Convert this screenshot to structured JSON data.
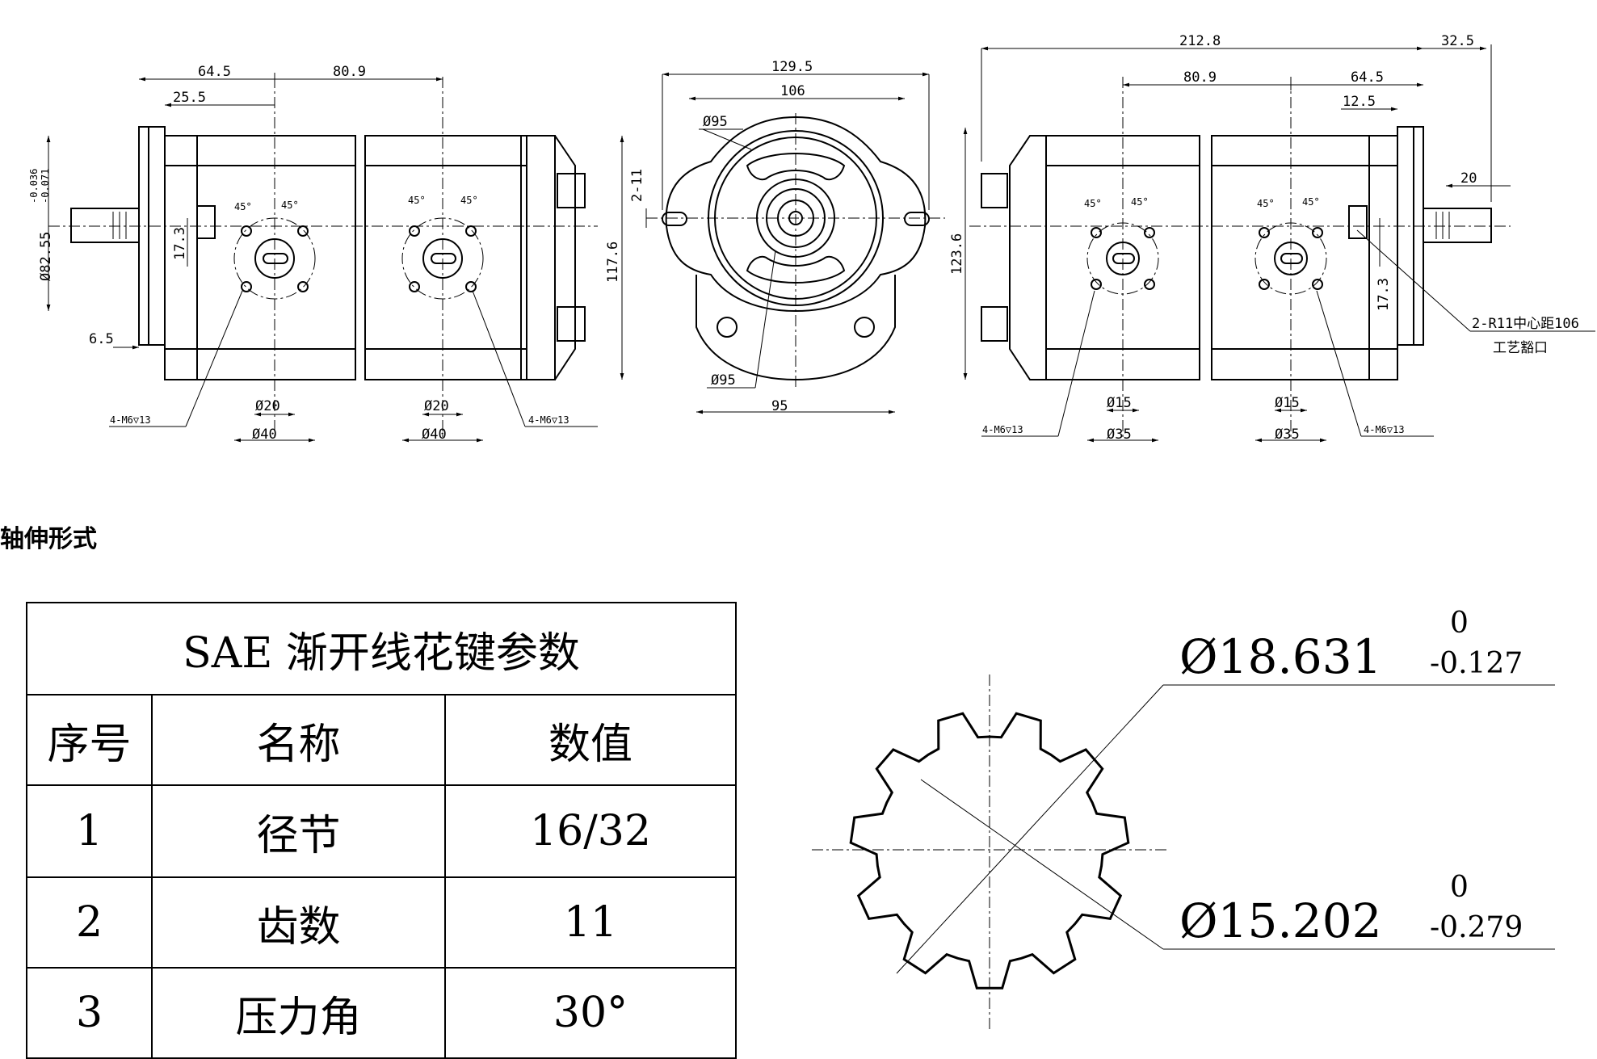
{
  "views": {
    "left": {
      "dims": [
        "64.5",
        "80.9",
        "25.5",
        "17.3",
        "6.5",
        "117.6",
        "45°",
        "45°",
        "45°",
        "45°"
      ],
      "shaft_dia": "Ø82.55",
      "shaft_tol_upper": "-0.036",
      "shaft_tol_lower": "-0.071",
      "port_small": [
        "Ø20",
        "Ø20"
      ],
      "port_large": [
        "Ø40",
        "Ø40"
      ],
      "thread_callout": [
        "4-M6▽13",
        "4-M6▽13"
      ]
    },
    "front": {
      "dims": [
        "129.5",
        "106",
        "Ø95",
        "2-11",
        "123.6",
        "Ø95",
        "95"
      ]
    },
    "right": {
      "dims": [
        "212.8",
        "32.5",
        "80.9",
        "64.5",
        "12.5",
        "20",
        "17.3",
        "45°",
        "45°",
        "45°",
        "45°"
      ],
      "port_small": [
        "Ø15",
        "Ø15"
      ],
      "port_large": [
        "Ø35",
        "Ø35"
      ],
      "thread_callout": [
        "4-M6▽13",
        "4-M6▽13"
      ],
      "note_line1": "2-R11中心距106",
      "note_line2": "工艺豁口"
    }
  },
  "section_title": "轴伸形式",
  "spline_table": {
    "title": "SAE   渐开线花键参数",
    "headers": [
      "序号",
      "名称",
      "数值"
    ],
    "rows": [
      {
        "no": "1",
        "name": "径节",
        "value": "16/32"
      },
      {
        "no": "2",
        "name": "齿数",
        "value": "11"
      },
      {
        "no": "3",
        "name": "压力角",
        "value": "30°"
      }
    ]
  },
  "spline_detail": {
    "outer_dia": "Ø18.631",
    "outer_tol_upper": "0",
    "outer_tol_lower": "-0.127",
    "root_dia": "Ø15.202",
    "root_tol_upper": "0",
    "root_tol_lower": "-0.279"
  }
}
